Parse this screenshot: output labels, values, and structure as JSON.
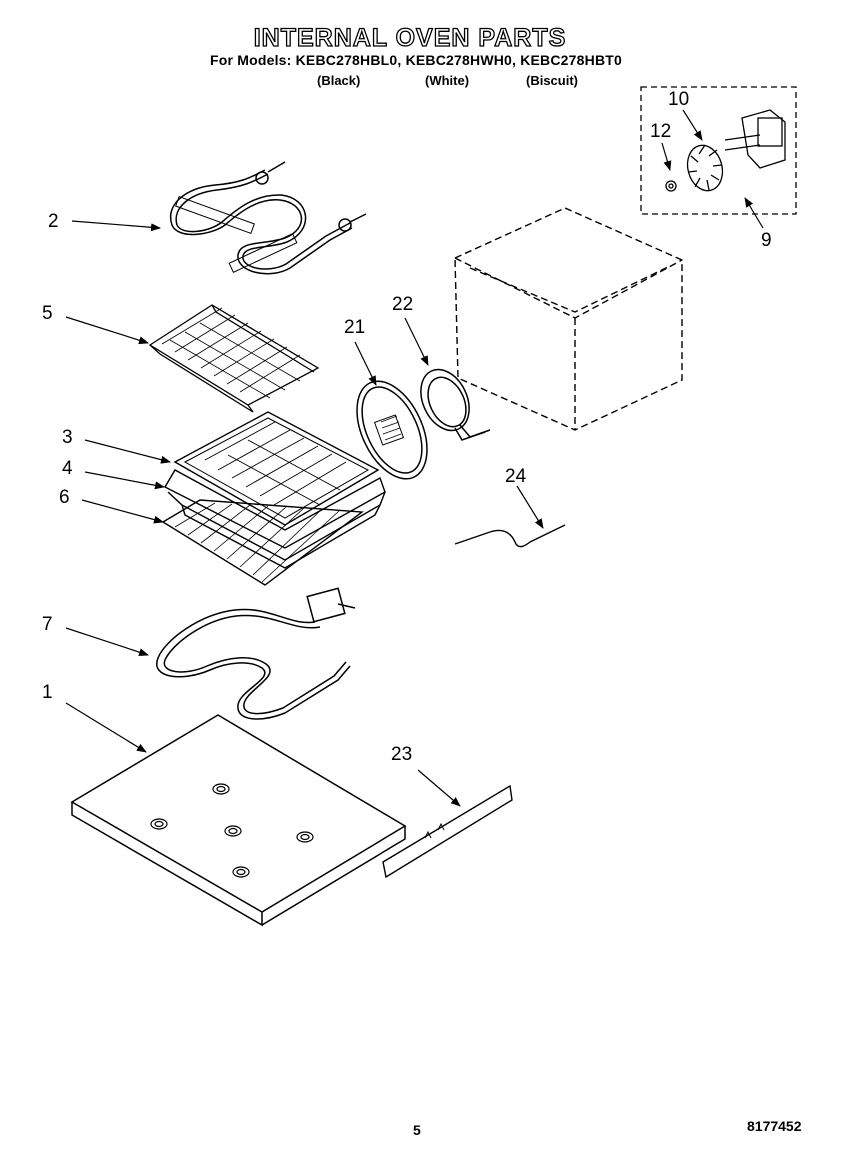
{
  "header": {
    "title": "INTERNAL OVEN PARTS",
    "models_line": "For Models: KEBC278HBL0, KEBC278HWH0, KEBC278HBT0",
    "colors": [
      "(Black)",
      "(White)",
      "(Biscuit)"
    ]
  },
  "callouts": {
    "p1": "1",
    "p2": "2",
    "p3": "3",
    "p4": "4",
    "p5": "5",
    "p6": "6",
    "p7": "7",
    "p9": "9",
    "p10": "10",
    "p12": "12",
    "p21": "21",
    "p22": "22",
    "p23": "23",
    "p24": "24"
  },
  "footer": {
    "page_number": "5",
    "document_number": "8177452"
  }
}
